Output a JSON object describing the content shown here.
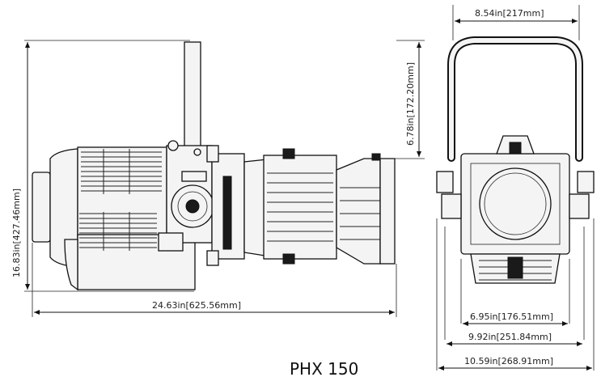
{
  "model": "PHX 150",
  "dimensions": {
    "total_height": "16.83in[427.46mm]",
    "total_length": "24.63in[625.56mm]",
    "front_height": "6.78in[172.20mm]",
    "yoke_width": "8.54in[217mm]",
    "width_a": "6.95in[176.51mm]",
    "width_b": "9.92in[251.84mm]",
    "width_c": "10.59in[268.91mm]"
  },
  "icons": [
    "side-view-fixture-icon",
    "front-view-fixture-icon"
  ]
}
